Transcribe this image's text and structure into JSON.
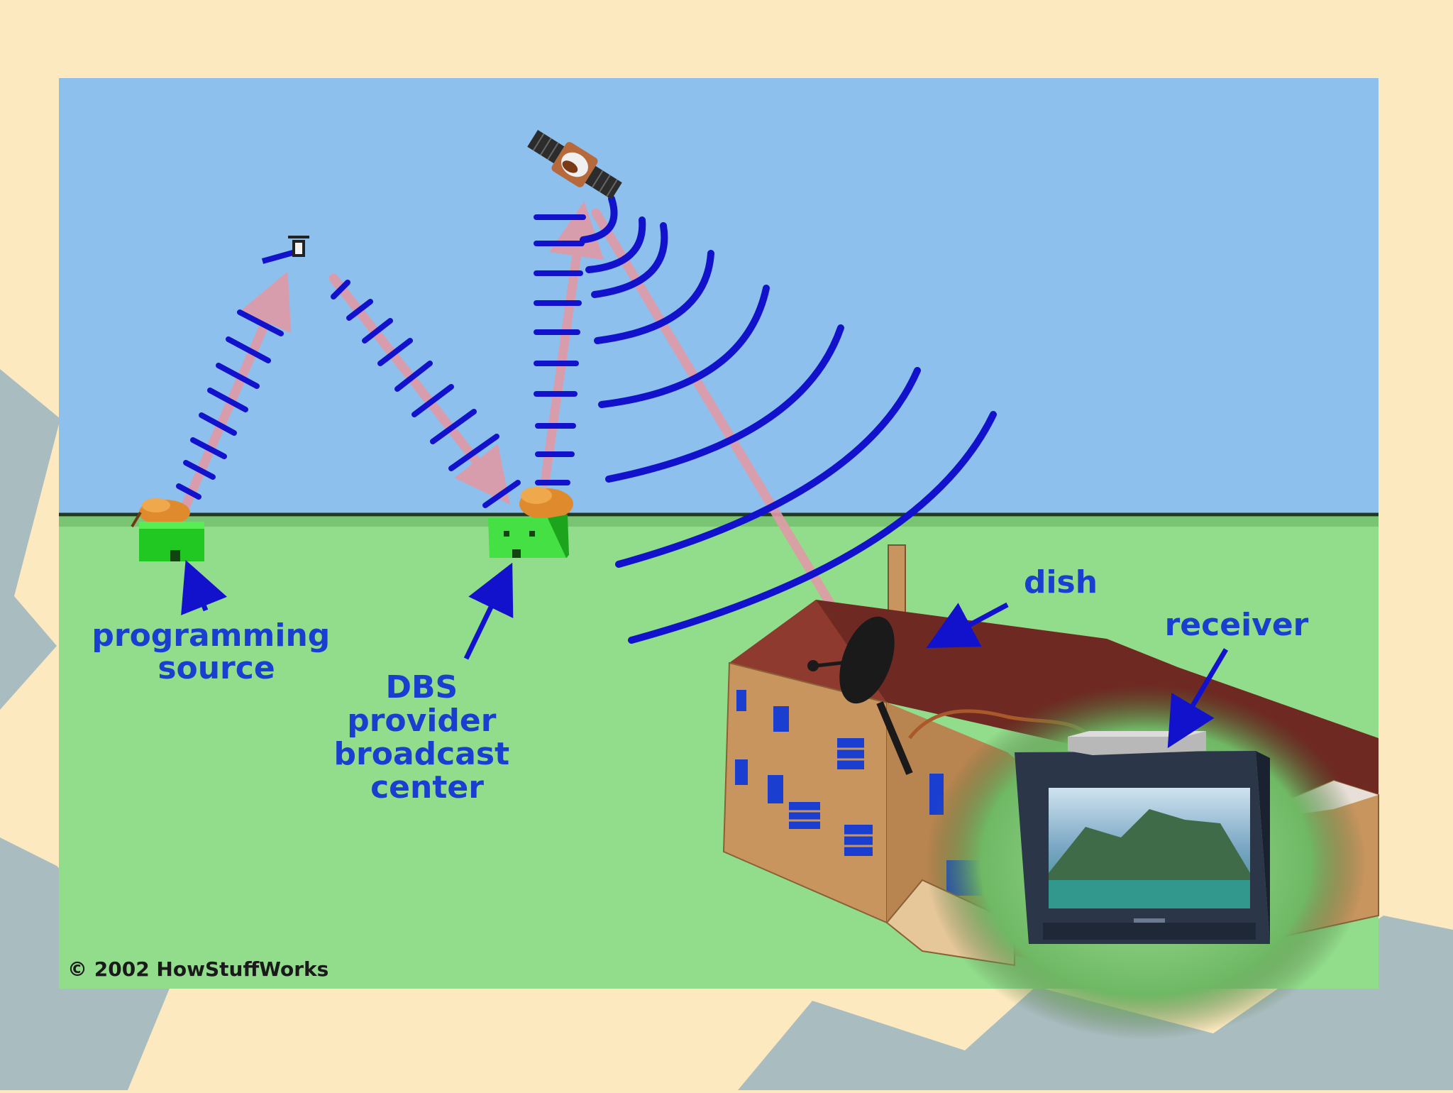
{
  "colors": {
    "background": "#fde9c0",
    "backdrop_shape": "#a9bcc0",
    "sky": "#8ec0ed",
    "ground": "#92dd8c",
    "signal_wave": "#1212cc",
    "signal_path": "#e09aa6",
    "label_text": "#1a3fd0",
    "house_wall": "#c8955f",
    "roof": "#6e2a22",
    "building": "#33dd33"
  },
  "labels": {
    "programming_source": [
      "programming",
      "source"
    ],
    "dbs_center": [
      "DBS",
      "provider",
      "broadcast",
      "center"
    ],
    "dish": "dish",
    "receiver": "receiver"
  },
  "copyright": "© 2002 HowStuffWorks"
}
